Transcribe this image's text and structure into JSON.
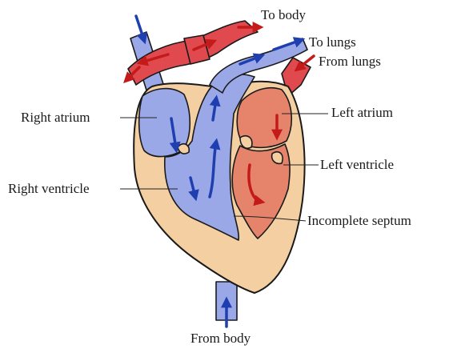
{
  "colors": {
    "outer_wall": "#f3cfa2",
    "deoxygenated": "#9aa8e8",
    "oxygenated_chamber": "#e6836b",
    "oxygenated_vessel": "#e04a4f",
    "arrow_blue": "#1f3fb0",
    "arrow_red": "#c41a1a"
  },
  "labels": {
    "to_body": "To body",
    "to_lungs": "To lungs",
    "from_lungs": "From lungs",
    "left_atrium": "Left atrium",
    "left_ventricle": "Left ventricle",
    "right_atrium": "Right atrium",
    "right_ventricle": "Right ventricle",
    "incomplete_septum": "Incomplete septum",
    "from_body": "From body"
  }
}
